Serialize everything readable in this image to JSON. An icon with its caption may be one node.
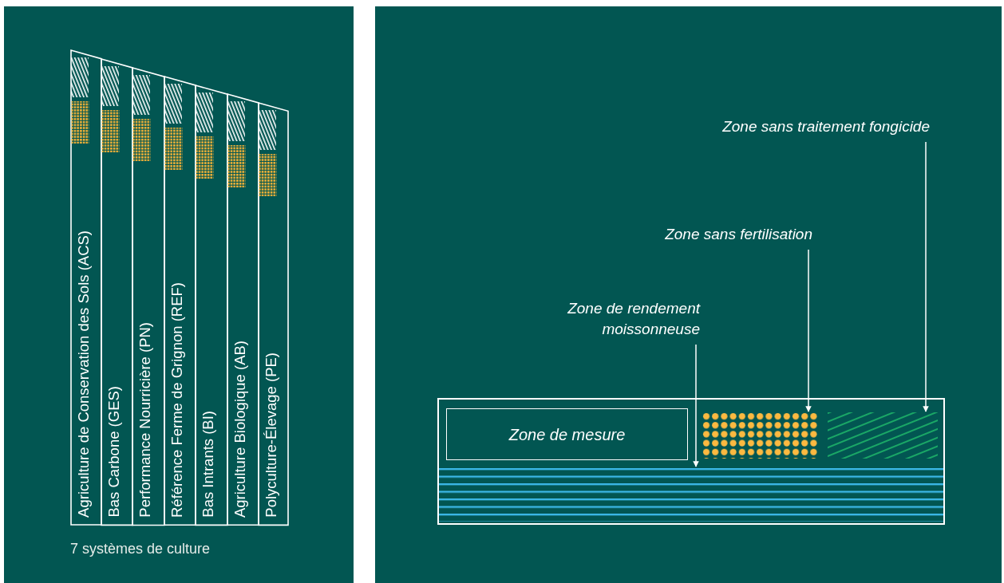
{
  "diagram": {
    "nodes": [
      {
        "text": [
          "Agriculture de Conservation des Sols (ACS)"
        ]
      },
      {
        "text": [
          "Bas Carbone (GES)"
        ]
      },
      {
        "text": [
          "Performance Nourricière (PN)"
        ]
      },
      {
        "text": [
          "Référence Ferme de Grignon (REF)"
        ]
      },
      {
        "text": [
          "Bas Intrants (BI)"
        ]
      },
      {
        "text": [
          "Agriculture Biologique (AB)"
        ]
      },
      {
        "text": [
          "Polyculture-Élevage (PE)"
        ]
      },
      {
        "text": [
          "Zone sans traitement fongicide"
        ]
      },
      {
        "text": [
          "Zone sans fertilisation"
        ]
      },
      {
        "text": [
          "Zone de rendement moissonneuse"
        ]
      },
      {
        "text": [],
        "shape": "box"
      },
      {
        "text": [
          "Zone de mesure"
        ],
        "in": 10
      },
      {
        "text": [],
        "shape": "box",
        "in": 10
      },
      {
        "text": [],
        "shape": "box",
        "in": 10
      },
      {
        "text": [],
        "shape": "box",
        "in": 10
      }
    ],
    "edges": [
      {
        "from": 7,
        "to": 13,
        "arrow": "to"
      },
      {
        "from": 8,
        "to": 12,
        "arrow": "to"
      },
      {
        "from": 9,
        "to": 14,
        "arrow": "to"
      }
    ],
    "labels": [
      "7 systèmes de culture"
    ]
  }
}
